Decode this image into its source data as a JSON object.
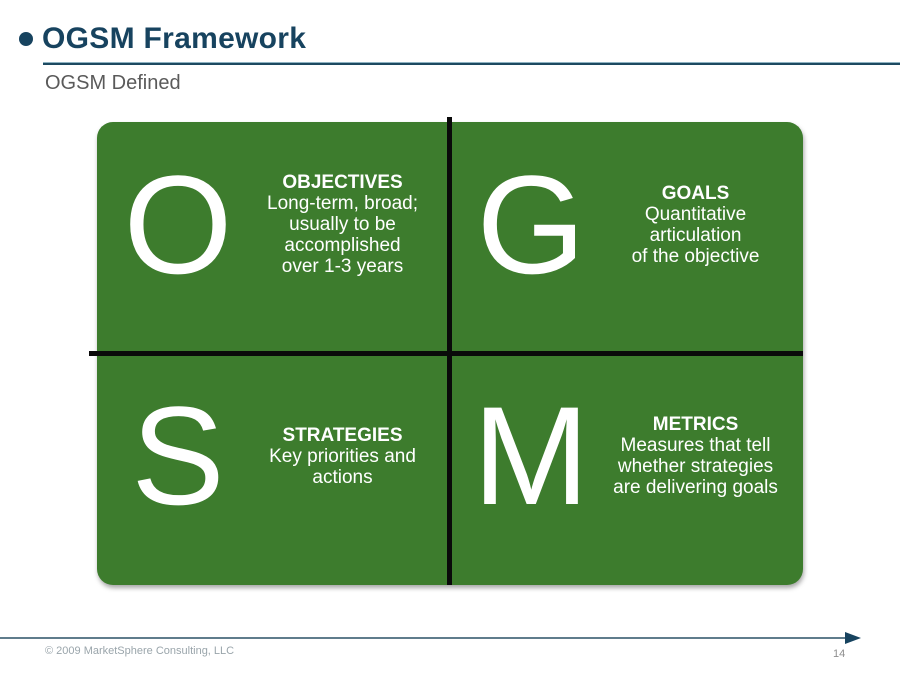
{
  "header": {
    "title": "OGSM Framework",
    "subtitle": "OGSM Defined"
  },
  "quadrants": [
    {
      "letter": "O",
      "heading": "OBJECTIVES",
      "body": [
        "Long-term, broad;",
        "usually to be",
        "accomplished",
        "over 1-3 years"
      ]
    },
    {
      "letter": "G",
      "heading": "GOALS",
      "body": [
        "Quantitative",
        "articulation",
        "of the objective"
      ]
    },
    {
      "letter": "S",
      "heading": "STRATEGIES",
      "body": [
        "Key priorities and",
        "actions"
      ]
    },
    {
      "letter": "M",
      "heading": "METRICS",
      "body": [
        "Measures that tell",
        "whether strategies",
        "are delivering goals"
      ]
    }
  ],
  "footer": {
    "copyright": "© 2009 MarketSphere Consulting, LLC",
    "page_number": "14"
  },
  "colors": {
    "accent_navy": "#17435f",
    "quadrant_green": "#3d7c2d",
    "divider_black": "#0a0a0a",
    "subtitle_gray": "#5a5a5a",
    "footer_line": "#5f7c8c",
    "footer_text_gray": "#9aa5ab"
  }
}
